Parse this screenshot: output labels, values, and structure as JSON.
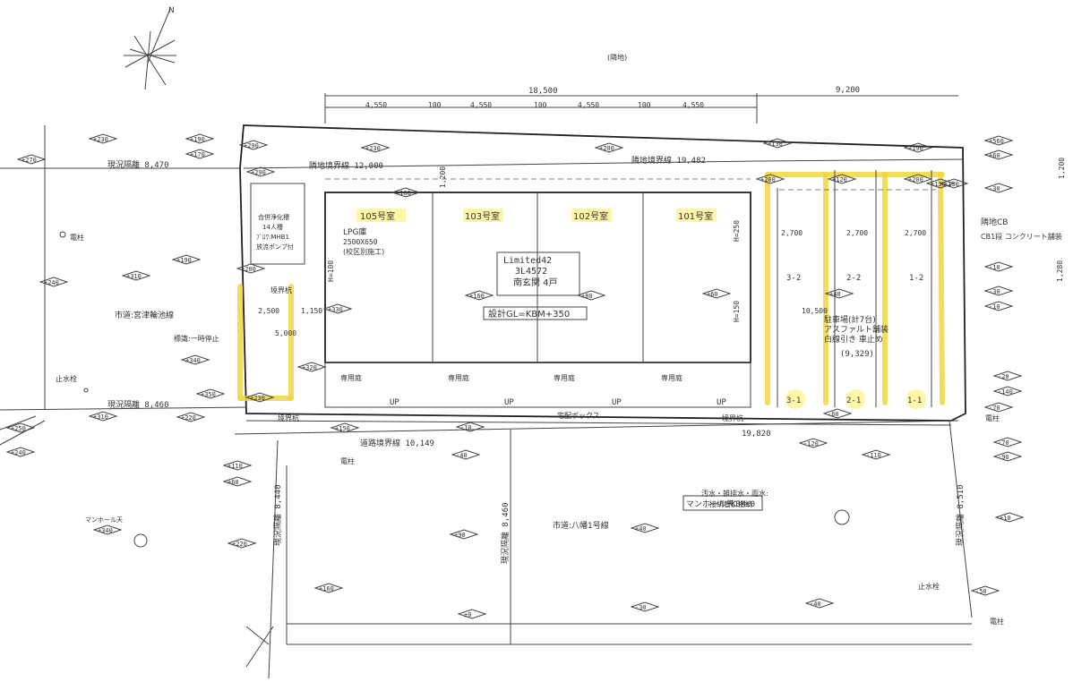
{
  "site_plan": {
    "header_note": "(隣地)",
    "dimensions": {
      "total_width": "18,500",
      "right_extension": "9,200",
      "segments": [
        "4,550",
        "100",
        "4,550",
        "100",
        "4,550",
        "100",
        "4,550"
      ],
      "boundary_top_left": "隣地境界線 12,000",
      "boundary_top_right": "隣地境界線 19,482",
      "boundary_left": "現況隔離 8,470",
      "boundary_left_lower": "現況隔離 8,460",
      "road_boundary_left": "道路境界線 10,149",
      "road_boundary_right": "19,820",
      "right_vertical": "1,280",
      "right_top_vertical": "1,200",
      "south_lower_left": "現況隔離 8,440",
      "south_lower_mid": "現況隔離 8,460",
      "south_lower_right": "現況隔離 8,510",
      "parking_bay": "2,700",
      "small_2500": "2,500",
      "small_1150": "1,150",
      "h100": "H=100",
      "h250": "H=250",
      "h150": "H=150",
      "d10500": "10,500",
      "d5000": "5,000",
      "d1200": "1,200"
    },
    "units": [
      {
        "label": "105号室"
      },
      {
        "label": "103号室"
      },
      {
        "label": "102号室"
      },
      {
        "label": "101号室"
      }
    ],
    "building_block": {
      "line1": "Limited42",
      "line2": "3L4572",
      "line3": "南玄関 4戸",
      "design_gl": "設計GL=KBM+350"
    },
    "lpg": {
      "line1": "LPG庫",
      "line2": "2500X650",
      "line3": "(校区別施工)"
    },
    "septic": {
      "line1": "合併浄化槽",
      "line2": "14人槽",
      "line3": "ﾌﾞﾛﾜ:MHB1",
      "line4": "放流ポンプ付"
    },
    "parking": {
      "title": "駐車場(計7台)",
      "surface": "アスファルト舗装",
      "lines": "白線引き 車止め",
      "dimension": "(9,329)",
      "spaces": [
        "3-2",
        "2-2",
        "1-2",
        "3-1",
        "2-1",
        "1-1"
      ]
    },
    "labels": {
      "city_road_west": "市道:宮津輪池線",
      "city_road_south": "市道:八幡1号線",
      "sign": "標識:一時停止",
      "stop_valve_left": "止水栓",
      "stop_valve_right": "止水栓",
      "utility_pole": "電柱",
      "manhole_left": "マンホール天",
      "manhole_right_label": "マンホール天",
      "manhole_right_value": "KBM±0",
      "drainage": "汚水・雑排水・雨水:",
      "drainage2": "接続管に接続",
      "neighbor_cb": "隣地CB",
      "cb_fence": "CB1段 コンクリート舗装",
      "mailbox": "宅配ボックス",
      "exclusive_garden": "専用庭",
      "up": "UP",
      "pavement": "舗装",
      "boundary_stake": "境界杭"
    },
    "elevations": {
      "e230a": "+230",
      "e190": "+190",
      "e170": "+170",
      "e290a": "+290",
      "e290b": "+290",
      "e270": "+270",
      "e230b": "+230",
      "e200a": "+200",
      "e200b": "+200",
      "e130a": "+130",
      "e190b": "+190",
      "e560": "+560",
      "e60a": "+60",
      "e30a": "-30",
      "e310": "+310",
      "e240": "+240",
      "e190c": "+190",
      "e200c": "+200",
      "e330": "+330",
      "e160": "+160",
      "e80": "+80",
      "e60b": "+60",
      "e340": "+340",
      "e350": "+350",
      "e230c": "+230",
      "e320": "+320",
      "e310b": "+310",
      "e220": "+220",
      "e250": "+250",
      "e110": "+110",
      "e150": "+150",
      "e60c": "+60",
      "e10a": "-10",
      "e40a": "-40",
      "e90": "+90",
      "e40b": "+40",
      "e0": "±0",
      "e30b": "-30",
      "e40c": "-40",
      "e60d": "-60",
      "e120": "-120",
      "e110b": "-110",
      "e10b": "-10",
      "e30c": "-30",
      "e10c": "-10",
      "e20": "-20",
      "e140": "-140",
      "e70a": "-70",
      "e70b": "-70",
      "e90b": "-90",
      "e10d": "+10",
      "e50": "-50",
      "e220b": "+220",
      "e160b": "+160",
      "e340b": "+340",
      "e240b": "+240",
      "e100": "+100",
      "e130b": "+130",
      "e40d": "+40",
      "e200d": "+200",
      "e120b": "+120",
      "e130c": "+130"
    }
  }
}
